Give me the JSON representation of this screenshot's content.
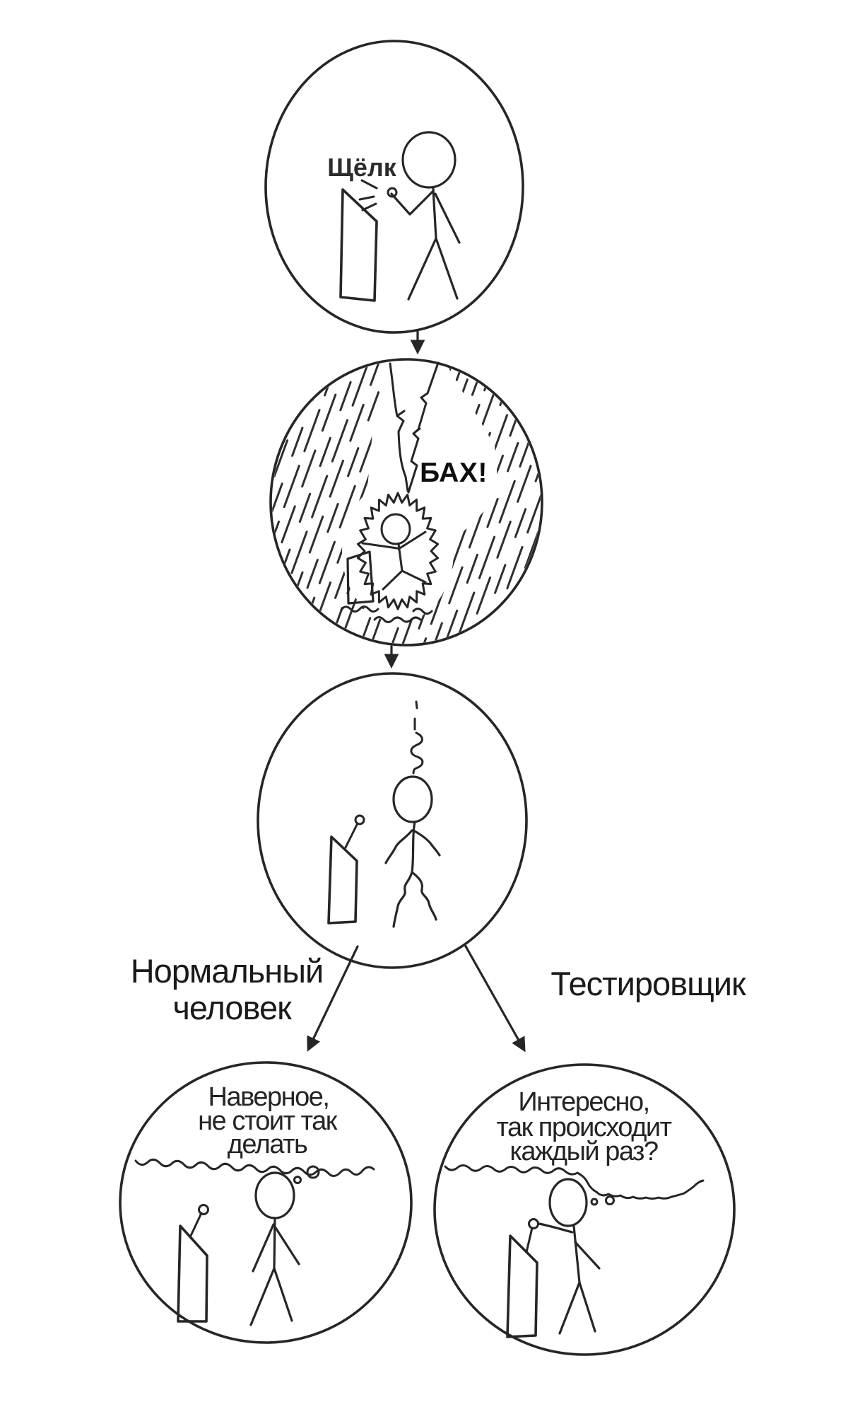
{
  "comic": {
    "panel_click": {
      "sound": "Щёлк"
    },
    "panel_bang": {
      "sound": "БАХ!"
    },
    "branch": {
      "normal_line1": "Нормальный",
      "normal_line2": "человек",
      "tester": "Тестировщик"
    },
    "thought_normal": {
      "line1": "Наверное,",
      "line2": "не стоит так",
      "line3": "делать"
    },
    "thought_tester": {
      "line1": "Интересно,",
      "line2": "так происходит",
      "line3": "каждый раз?"
    }
  }
}
